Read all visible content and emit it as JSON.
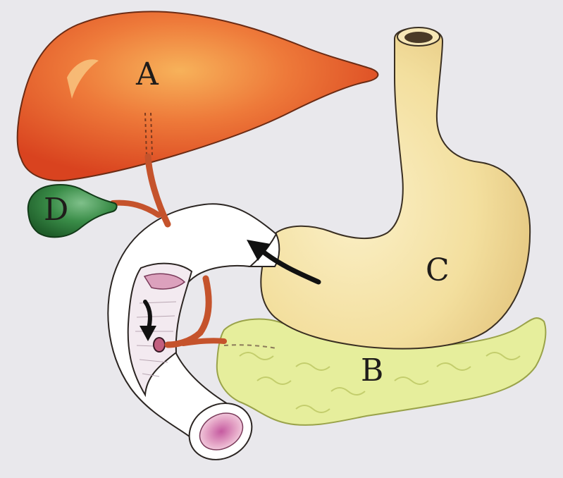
{
  "labels": {
    "liver": "A",
    "pancreas": "B",
    "stomach": "C",
    "gallbladder": "D"
  },
  "colors": {
    "background": "#e9e8ec",
    "liver": "#e2552a",
    "gallbladder": "#2e7a3a",
    "stomach": "#f1dd9b",
    "pancreas": "#e6ee9c",
    "bile_duct": "#c5532c",
    "duodenum": "#ffffff",
    "duodenum_lining": "#e6a8c8",
    "arrow": "#111111"
  }
}
